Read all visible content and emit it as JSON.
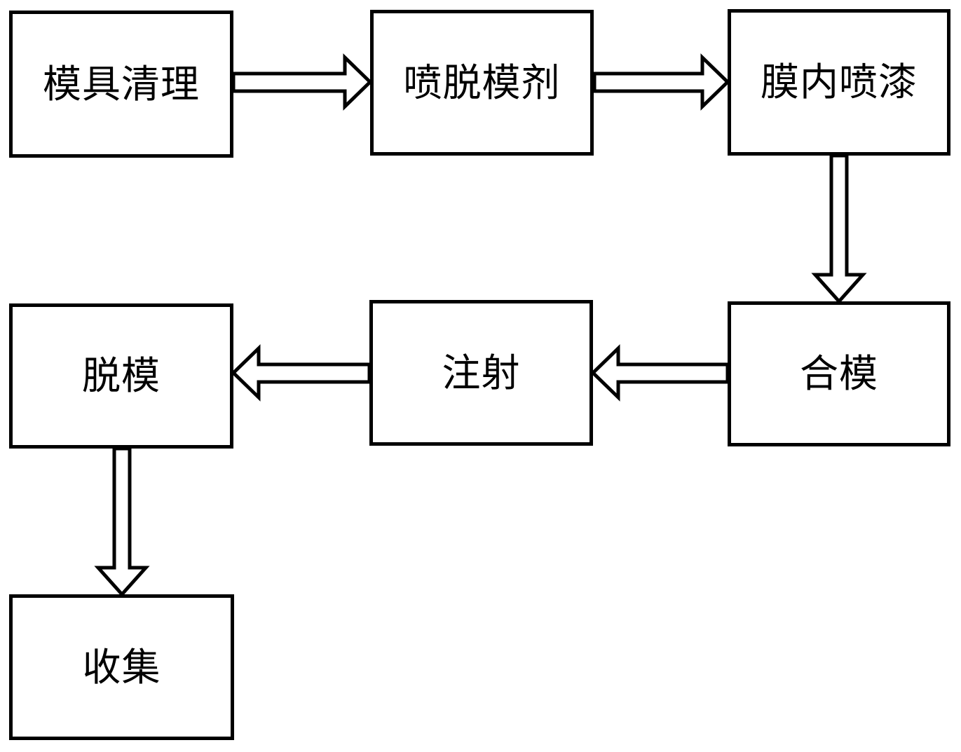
{
  "diagram": {
    "type": "flowchart",
    "colors": {
      "line": "#000000",
      "box_fill": "#ffffff",
      "background": "#ffffff"
    },
    "boxes": [
      {
        "id": "mold-cleaning",
        "label": "模具清理"
      },
      {
        "id": "spray-release-agent",
        "label": "喷脱模剂"
      },
      {
        "id": "in-mold-painting",
        "label": "膜内喷漆"
      },
      {
        "id": "mold-clamping",
        "label": "合模"
      },
      {
        "id": "injection",
        "label": "注射"
      },
      {
        "id": "demolding",
        "label": "脱模"
      },
      {
        "id": "collection",
        "label": "收集"
      }
    ],
    "edges": [
      {
        "from": "mold-cleaning",
        "to": "spray-release-agent",
        "direction": "right"
      },
      {
        "from": "spray-release-agent",
        "to": "in-mold-painting",
        "direction": "right"
      },
      {
        "from": "in-mold-painting",
        "to": "mold-clamping",
        "direction": "down"
      },
      {
        "from": "mold-clamping",
        "to": "injection",
        "direction": "left"
      },
      {
        "from": "injection",
        "to": "demolding",
        "direction": "left"
      },
      {
        "from": "demolding",
        "to": "collection",
        "direction": "down"
      }
    ]
  }
}
